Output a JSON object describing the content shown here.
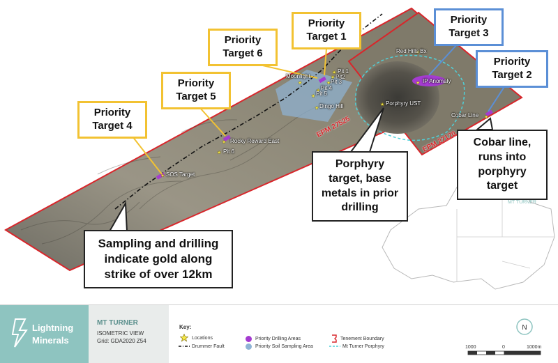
{
  "map": {
    "locations": [
      {
        "id": "pit-1",
        "label": "Pit 1"
      },
      {
        "id": "pit-2",
        "label": "Pit2"
      },
      {
        "id": "pit-3",
        "label": "Pit 3"
      },
      {
        "id": "pit-4",
        "label": "Pit 4"
      },
      {
        "id": "pit-5",
        "label": "Pit 5"
      },
      {
        "id": "pit-6",
        "label": "Pit 6"
      },
      {
        "id": "moonlight",
        "label": "Moonlight"
      },
      {
        "id": "dingo-hill",
        "label": "Dingo Hill"
      },
      {
        "id": "red-hills-bx",
        "label": "Red Hills Bx"
      },
      {
        "id": "ip-anomaly",
        "label": "IP Anomaly"
      },
      {
        "id": "porphyry-ust",
        "label": "Porphyry UST"
      },
      {
        "id": "cobar-line",
        "label": "Cobar Line"
      },
      {
        "id": "rocky-reward-east",
        "label": "Rocky Reward East"
      },
      {
        "id": "sos-target",
        "label": "SOS Target"
      }
    ],
    "tenements": [
      {
        "id": "epm-27525",
        "label": "EPM 27525"
      },
      {
        "id": "epm-27170",
        "label": "EPM 27170"
      }
    ],
    "inset_label": "MT TURNER"
  },
  "callouts": {
    "priority_target_1": "Priority Target 1",
    "priority_target_2": "Priority Target 2",
    "priority_target_3": "Priority Target 3",
    "priority_target_4": "Priority Target 4",
    "priority_target_5": "Priority Target 5",
    "priority_target_6": "Priority Target 6",
    "porphyry": "Porphyry target, base metals in prior drilling",
    "cobar": "Cobar line, runs into porphyry target",
    "sampling": "Sampling and drilling indicate gold along strike of over 12km"
  },
  "footer": {
    "company_line1": "Lightning",
    "company_line2": "Minerals",
    "title": "MT TURNER",
    "view": "ISOMETRIC VIEW",
    "grid": "Grid: GDA2020 Z54",
    "key_heading": "Key:",
    "key": {
      "locations": "Locations",
      "drummer_fault": "Drummer Fault",
      "priority_drilling": "Priority Drilling Areas",
      "priority_soil": "Priority Soil Sampling Area",
      "tenement_boundary": "Tenement Boundary",
      "mt_turner_porphyry": "Mt Turner Porphyry"
    },
    "north": "N",
    "scale": {
      "left": "1000",
      "mid": "0",
      "right": "1000m"
    }
  },
  "colors": {
    "tenement": "#d8262b",
    "callout_yellow": "#f2c232",
    "callout_blue": "#5b8fd6",
    "fault": "#111111",
    "drilling": "#a43bd0",
    "soil": "#8fb4d6",
    "porphyry": "#4fd0d8",
    "brand": "#8ec4c0"
  }
}
